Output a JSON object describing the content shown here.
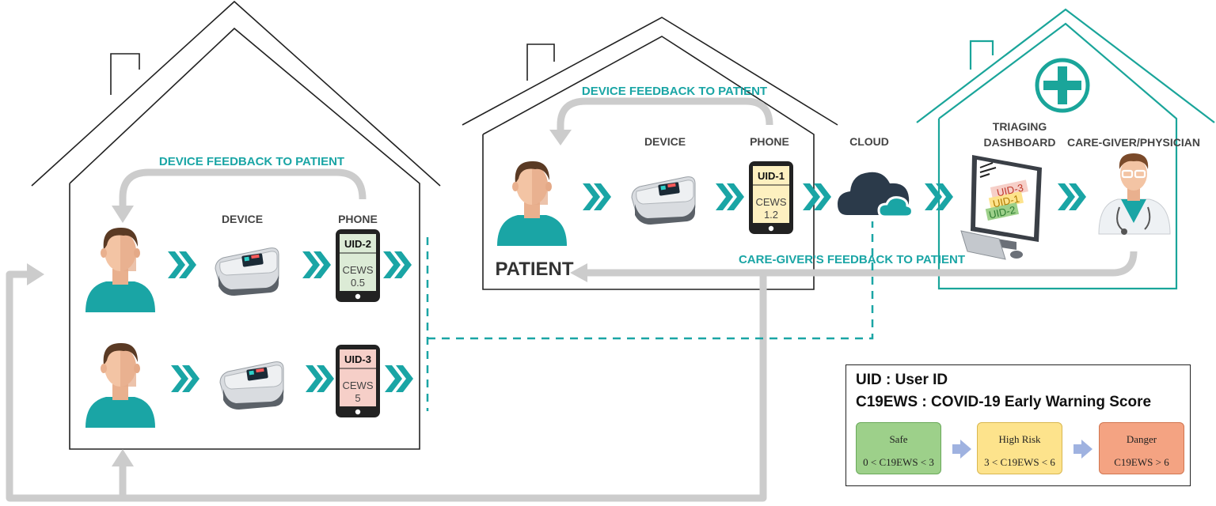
{
  "labels": {
    "feedback_left": "DEVICE FEEDBACK TO PATIENT",
    "feedback_mid": "DEVICE FEEDBACK TO PATIENT",
    "caregiver_feedback": "CARE-GIVER'S FEEDBACK TO PATIENT",
    "device_left": "DEVICE",
    "phone_left": "PHONE",
    "device_mid": "DEVICE",
    "phone_mid": "PHONE",
    "cloud": "CLOUD",
    "triaging_line1": "TRIAGING",
    "triaging_line2": "DASHBOARD",
    "caregiver": "CARE-GIVER/PHYSICIAN",
    "patient": "PATIENT"
  },
  "phones": {
    "uid1": {
      "uid": "UID-1",
      "metric": "CEWS",
      "value": "1.2",
      "color": "#fdf0c0"
    },
    "uid2": {
      "uid": "UID-2",
      "metric": "CEWS",
      "value": "0.5",
      "color": "#dcebd6"
    },
    "uid3": {
      "uid": "UID-3",
      "metric": "CEWS",
      "value": "5",
      "color": "#f6cfc8"
    }
  },
  "dashboard": {
    "rows": [
      "UID-3",
      "UID-1",
      "UID-2"
    ]
  },
  "legend": {
    "line1": "UID : User ID",
    "line2": "C19EWS : COVID-19 Early Warning Score",
    "levels": [
      {
        "name": "Safe",
        "range": "0 < C19EWS < 3",
        "color": "#9dd08a"
      },
      {
        "name": "High Risk",
        "range": "3 < C19EWS < 6",
        "color": "#fde38c"
      },
      {
        "name": "Danger",
        "range": "C19EWS > 6",
        "color": "#f4a382"
      }
    ]
  },
  "colors": {
    "teal": "#1aa5a5",
    "grey_arrow": "#cccccc",
    "house_outline": "#222222",
    "hospital_outline": "#1aa59a"
  }
}
